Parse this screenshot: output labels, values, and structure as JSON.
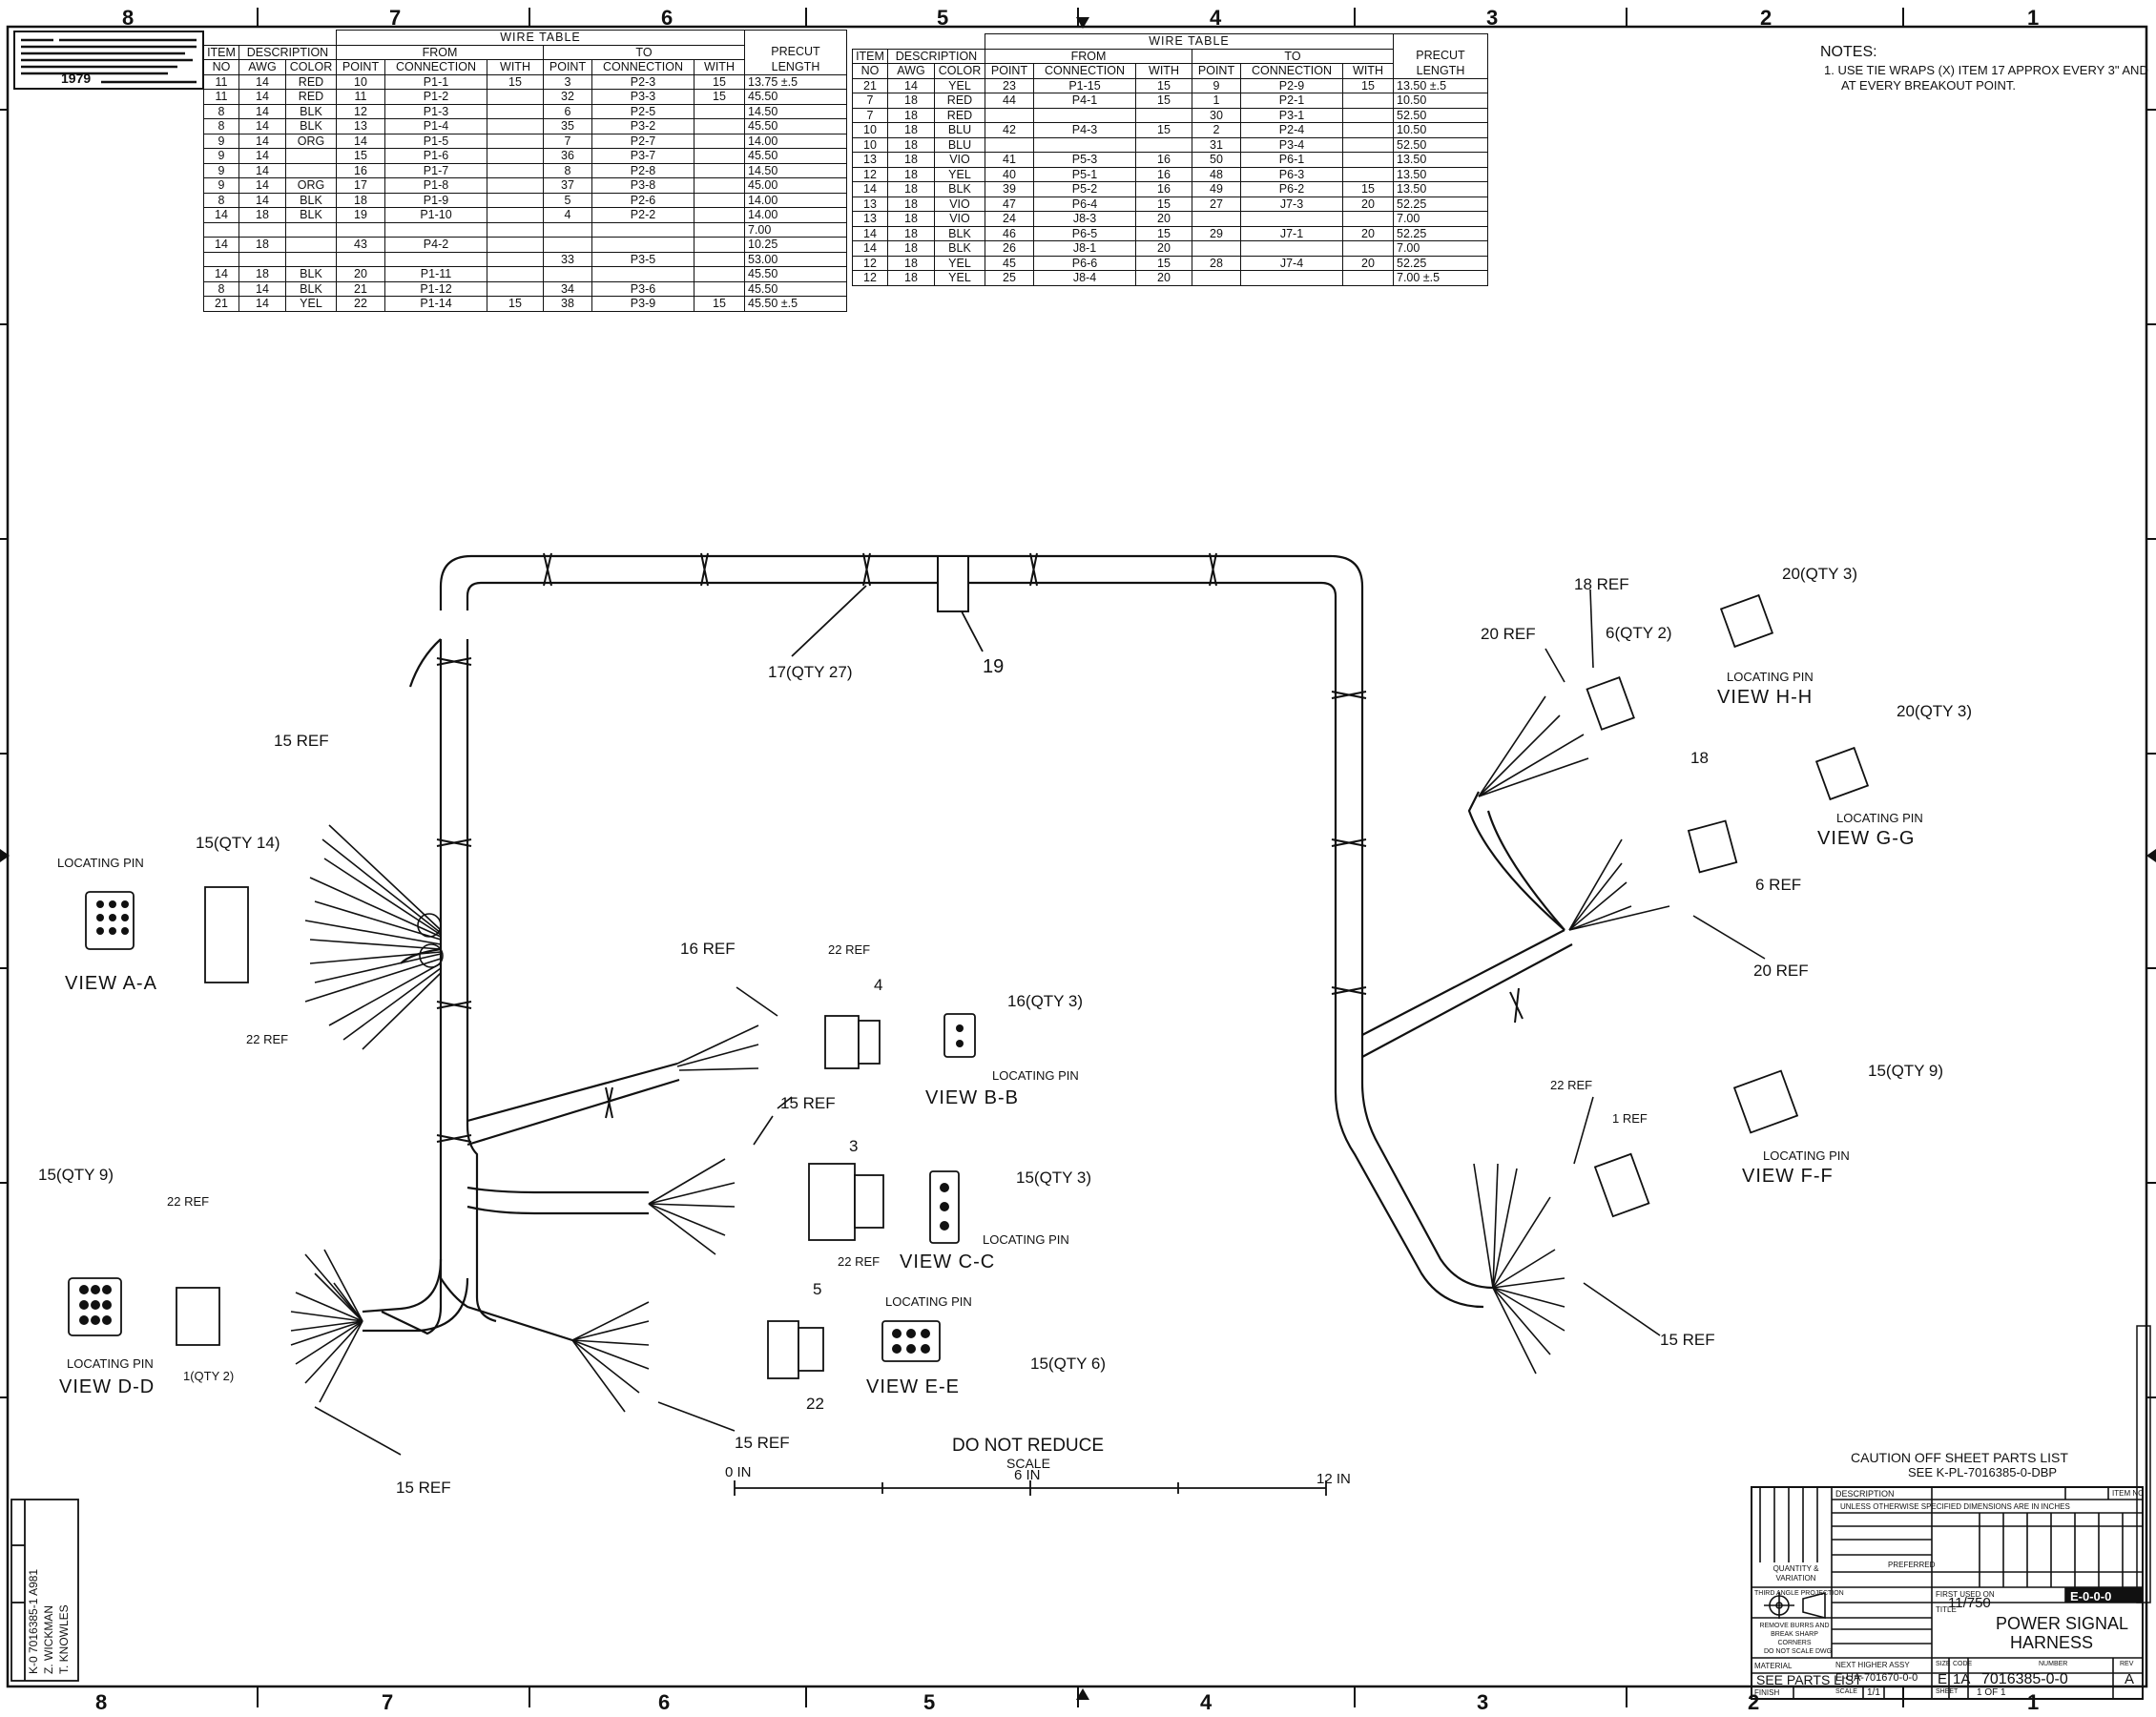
{
  "zones": [
    "8",
    "7",
    "6",
    "5",
    "4",
    "3",
    "2",
    "1"
  ],
  "copyright_year": "1979",
  "wire_table_left": {
    "title": "WIRE TABLE",
    "header_item": "ITEM",
    "header_no": "NO",
    "header_description": "DESCRIPTION",
    "header_awg": "AWG",
    "header_color": "COLOR",
    "header_from": "FROM",
    "header_to": "TO",
    "header_point": "POINT",
    "header_connection": "CONNECTION",
    "header_with": "WITH",
    "header_precut": "PRECUT",
    "header_length": "LENGTH",
    "rows": [
      [
        "11",
        "14",
        "RED",
        "10",
        "P1-1",
        "15",
        "3",
        "P2-3",
        "15",
        "13.75 ±.5"
      ],
      [
        "11",
        "14",
        "RED",
        "11",
        "P1-2",
        "",
        "32",
        "P3-3",
        "15",
        "45.50"
      ],
      [
        "8",
        "14",
        "BLK",
        "12",
        "P1-3",
        "",
        "6",
        "P2-5",
        "",
        "14.50"
      ],
      [
        "8",
        "14",
        "BLK",
        "13",
        "P1-4",
        "",
        "35",
        "P3-2",
        "",
        "45.50"
      ],
      [
        "9",
        "14",
        "ORG",
        "14",
        "P1-5",
        "",
        "7",
        "P2-7",
        "",
        "14.00"
      ],
      [
        "9",
        "14",
        "",
        "15",
        "P1-6",
        "",
        "36",
        "P3-7",
        "",
        "45.50"
      ],
      [
        "9",
        "14",
        "",
        "16",
        "P1-7",
        "",
        "8",
        "P2-8",
        "",
        "14.50"
      ],
      [
        "9",
        "14",
        "ORG",
        "17",
        "P1-8",
        "",
        "37",
        "P3-8",
        "",
        "45.00"
      ],
      [
        "8",
        "14",
        "BLK",
        "18",
        "P1-9",
        "",
        "5",
        "P2-6",
        "",
        "14.00"
      ],
      [
        "14",
        "18",
        "BLK",
        "19",
        "P1-10",
        "",
        "4",
        "P2-2",
        "",
        "14.00"
      ],
      [
        "",
        "",
        "",
        "",
        "",
        "",
        "",
        "",
        "",
        "7.00"
      ],
      [
        "14",
        "18",
        "",
        "43",
        "P4-2",
        "",
        "",
        "",
        "",
        "10.25"
      ],
      [
        "",
        "",
        "",
        "",
        "",
        "",
        "33",
        "P3-5",
        "",
        "53.00"
      ],
      [
        "14",
        "18",
        "BLK",
        "20",
        "P1-11",
        "",
        "",
        "",
        "",
        "45.50"
      ],
      [
        "8",
        "14",
        "BLK",
        "21",
        "P1-12",
        "",
        "34",
        "P3-6",
        "",
        "45.50"
      ],
      [
        "21",
        "14",
        "YEL",
        "22",
        "P1-14",
        "15",
        "38",
        "P3-9",
        "15",
        "45.50 ±.5"
      ]
    ]
  },
  "wire_table_right": {
    "title": "WIRE TABLE",
    "rows": [
      [
        "21",
        "14",
        "YEL",
        "23",
        "P1-15",
        "15",
        "9",
        "P2-9",
        "15",
        "13.50 ±.5"
      ],
      [
        "7",
        "18",
        "RED",
        "44",
        "P4-1",
        "15",
        "1",
        "P2-1",
        "",
        "10.50"
      ],
      [
        "7",
        "18",
        "RED",
        "",
        "",
        "",
        "30",
        "P3-1",
        "",
        "52.50"
      ],
      [
        "10",
        "18",
        "BLU",
        "42",
        "P4-3",
        "15",
        "2",
        "P2-4",
        "",
        "10.50"
      ],
      [
        "10",
        "18",
        "BLU",
        "",
        "",
        "",
        "31",
        "P3-4",
        "",
        "52.50"
      ],
      [
        "13",
        "18",
        "VIO",
        "41",
        "P5-3",
        "16",
        "50",
        "P6-1",
        "",
        "13.50"
      ],
      [
        "12",
        "18",
        "YEL",
        "40",
        "P5-1",
        "16",
        "48",
        "P6-3",
        "",
        "13.50"
      ],
      [
        "14",
        "18",
        "BLK",
        "39",
        "P5-2",
        "16",
        "49",
        "P6-2",
        "15",
        "13.50"
      ],
      [
        "13",
        "18",
        "VIO",
        "47",
        "P6-4",
        "15",
        "27",
        "J7-3",
        "20",
        "52.25"
      ],
      [
        "13",
        "18",
        "VIO",
        "24",
        "J8-3",
        "20",
        "",
        "",
        "",
        "7.00"
      ],
      [
        "14",
        "18",
        "BLK",
        "46",
        "P6-5",
        "15",
        "29",
        "J7-1",
        "20",
        "52.25"
      ],
      [
        "14",
        "18",
        "BLK",
        "26",
        "J8-1",
        "20",
        "",
        "",
        "",
        "7.00"
      ],
      [
        "12",
        "18",
        "YEL",
        "45",
        "P6-6",
        "15",
        "28",
        "J7-4",
        "20",
        "52.25"
      ],
      [
        "12",
        "18",
        "YEL",
        "25",
        "J8-4",
        "20",
        "",
        "",
        "",
        "7.00 ±.5"
      ]
    ]
  },
  "notes": {
    "title": "NOTES:",
    "line1": "1. USE TIE WRAPS (X) ITEM 17 APPROX EVERY 3\" AND",
    "line2": "AT EVERY BREAKOUT POINT."
  },
  "callouts": {
    "tie_wraps": "17(QTY 27)",
    "item19": "19",
    "ref15_a": "15 REF",
    "qty14": "15(QTY 14)",
    "locating_pin_a": "LOCATING PIN",
    "view_aa": "VIEW A-A",
    "ref22_a": "22 REF",
    "ref16": "16 REF",
    "ref22_b": "22 REF",
    "item4": "4",
    "qty3_b": "16(QTY 3)",
    "locating_pin_b": "LOCATING PIN",
    "view_bb": "VIEW B-B",
    "ref15_b": "15 REF",
    "item3": "3",
    "ref22_c": "22 REF",
    "qty3_c": "15(QTY 3)",
    "locating_pin_c": "LOCATING PIN",
    "view_cc": "VIEW C-C",
    "qty9_d": "15(QTY 9)",
    "ref22_d": "22 REF",
    "qty2_d": "1(QTY 2)",
    "locating_pin_d": "LOCATING PIN",
    "view_dd": "VIEW D-D",
    "ref15_d": "15 REF",
    "item5": "5",
    "item22": "22",
    "locating_pin_e": "LOCATING PIN",
    "qty6_e": "15(QTY 6)",
    "view_ee": "VIEW E-E",
    "ref15_e": "15 REF",
    "ref20_h": "20 REF",
    "ref18_h": "18 REF",
    "qty2_h": "6(QTY 2)",
    "qty3_h": "20(QTY 3)",
    "locating_pin_h": "LOCATING PIN",
    "view_hh": "VIEW H-H",
    "qty3_g": "20(QTY 3)",
    "item18": "18",
    "ref6_g": "6 REF",
    "locating_pin_g": "LOCATING PIN",
    "view_gg": "VIEW G-G",
    "ref20_g": "20 REF",
    "ref22_f": "22 REF",
    "ref1_f": "1 REF",
    "qty9_f": "15(QTY 9)",
    "locating_pin_f": "LOCATING PIN",
    "view_ff": "VIEW F-F",
    "ref15_f": "15 REF"
  },
  "scale": {
    "do_not_reduce": "DO NOT REDUCE",
    "scale_label": "SCALE",
    "tick0": "0 IN",
    "tick6": "6 IN",
    "tick12": "12 IN"
  },
  "caution": {
    "line1": "CAUTION OFF SHEET PARTS LIST",
    "line2": "SEE K-PL-7016385-0-DBP"
  },
  "title_block": {
    "description": "DESCRIPTION",
    "item_no": "ITEM NO",
    "quantity_variation": "QUANTITY & VARIATION",
    "first_used_on": "FIRST USED ON",
    "first_used_value": "11/750",
    "title_label": "TITLE",
    "title_line1": "POWER SIGNAL",
    "title_line2": "HARNESS",
    "code_box": "E-0-0-0",
    "next_assy": "NEXT HIGHER ASSY",
    "next_assy_value": "E-UA-701670-0-0",
    "material": "MATERIAL",
    "material_value": "SEE PARTS LIST",
    "finish": "FINISH",
    "size": "SIZE",
    "code": "CODE",
    "number": "NUMBER",
    "rev": "REV",
    "size_value": "E",
    "code_value": "1A",
    "number_value": "7016385-0-0",
    "rev_value": "A",
    "scale": "SCALE",
    "scale_value": "1/1",
    "sheet": "SHEET",
    "sheet_value": "1 OF 1",
    "third_angle": "THIRD ANGLE PROJECTION",
    "do_not_scale": "DO NOT SCALE DWG",
    "remove_burrs": "REMOVE BURRS AND BREAK SHARP CORNERS",
    "unless_noted": "UNLESS OTHERWISE SPECIFIED DIMENSIONS ARE IN INCHES",
    "preferred": "PREFERRED"
  },
  "revision_strip": {
    "line1": "K-0 7016385-1 A981",
    "line2": "Z. WICKMAN",
    "line3": "T. KNOWLES"
  }
}
